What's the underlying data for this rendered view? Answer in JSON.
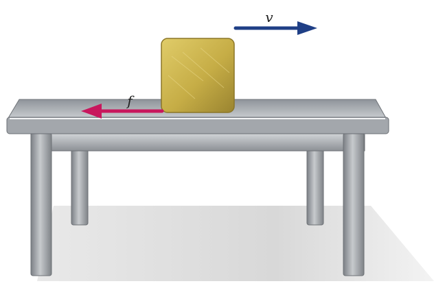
{
  "labels": {
    "velocity": "v",
    "friction": "f"
  },
  "colors": {
    "velocity_arrow": "#1f3f86",
    "friction_arrow": "#c8175d",
    "block": "#cdb54e",
    "table": "#a9adb2",
    "shadow": "#dcdcdc"
  },
  "objects": {
    "block": "gold-block",
    "table": "table"
  }
}
